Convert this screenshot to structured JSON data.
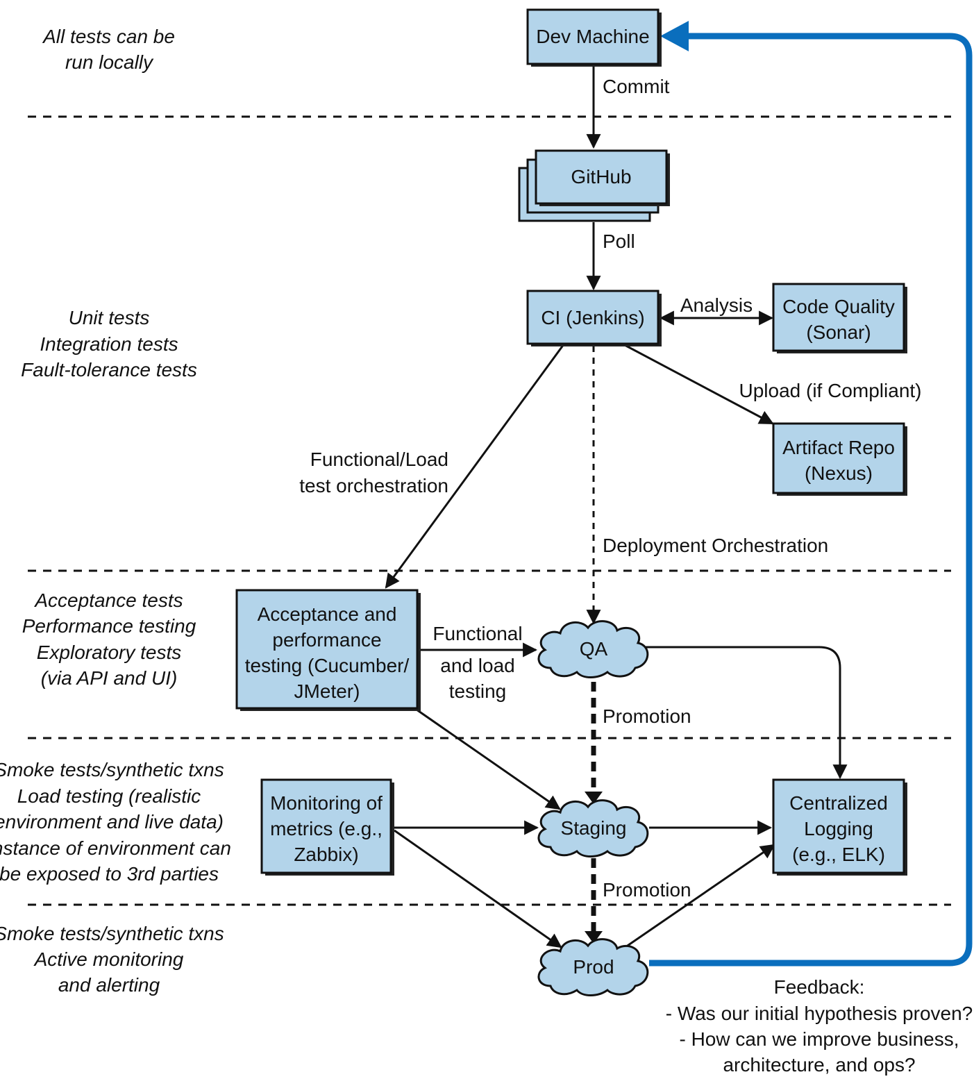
{
  "nodes": {
    "dev_machine": "Dev Machine",
    "github": "GitHub",
    "ci": "CI (Jenkins)",
    "code_quality": [
      "Code Quality",
      "(Sonar)"
    ],
    "artifact_repo": [
      "Artifact Repo",
      "(Nexus)"
    ],
    "acceptance": [
      "Acceptance and",
      "performance",
      "testing (Cucumber/",
      "JMeter)"
    ],
    "monitoring": [
      "Monitoring of",
      "metrics (e.g.,",
      "Zabbix)"
    ],
    "logging": [
      "Centralized",
      "Logging",
      "(e.g., ELK)"
    ],
    "qa": "QA",
    "staging": "Staging",
    "prod": "Prod"
  },
  "edges": {
    "commit": "Commit",
    "poll": "Poll",
    "analysis": "Analysis",
    "upload": "Upload (if Compliant)",
    "functional_load": [
      "Functional/Load",
      "test orchestration"
    ],
    "deployment": "Deployment Orchestration",
    "functional_testing": [
      "Functional",
      "and load",
      "testing"
    ],
    "promotion_1": "Promotion",
    "promotion_2": "Promotion"
  },
  "notes": {
    "local": [
      "All tests can be",
      "run locally"
    ],
    "ci": [
      "Unit tests",
      "Integration tests",
      "Fault-tolerance tests"
    ],
    "acceptance": [
      "Acceptance tests",
      "Performance testing",
      "Exploratory tests",
      "(via API and UI)"
    ],
    "staging": [
      "Smoke tests/synthetic txns",
      "Load testing (realistic",
      "environment and live data)",
      "Instance of environment can",
      "be exposed to 3rd parties"
    ],
    "prod": [
      "Smoke tests/synthetic txns",
      "Active monitoring",
      "and alerting"
    ]
  },
  "feedback": [
    "Feedback:",
    "- Was our initial hypothesis proven?",
    "- How can we improve business,",
    "architecture, and ops?"
  ],
  "colors": {
    "box_fill": "#b3d4ea",
    "feedback_loop": "#0a6ebd"
  }
}
